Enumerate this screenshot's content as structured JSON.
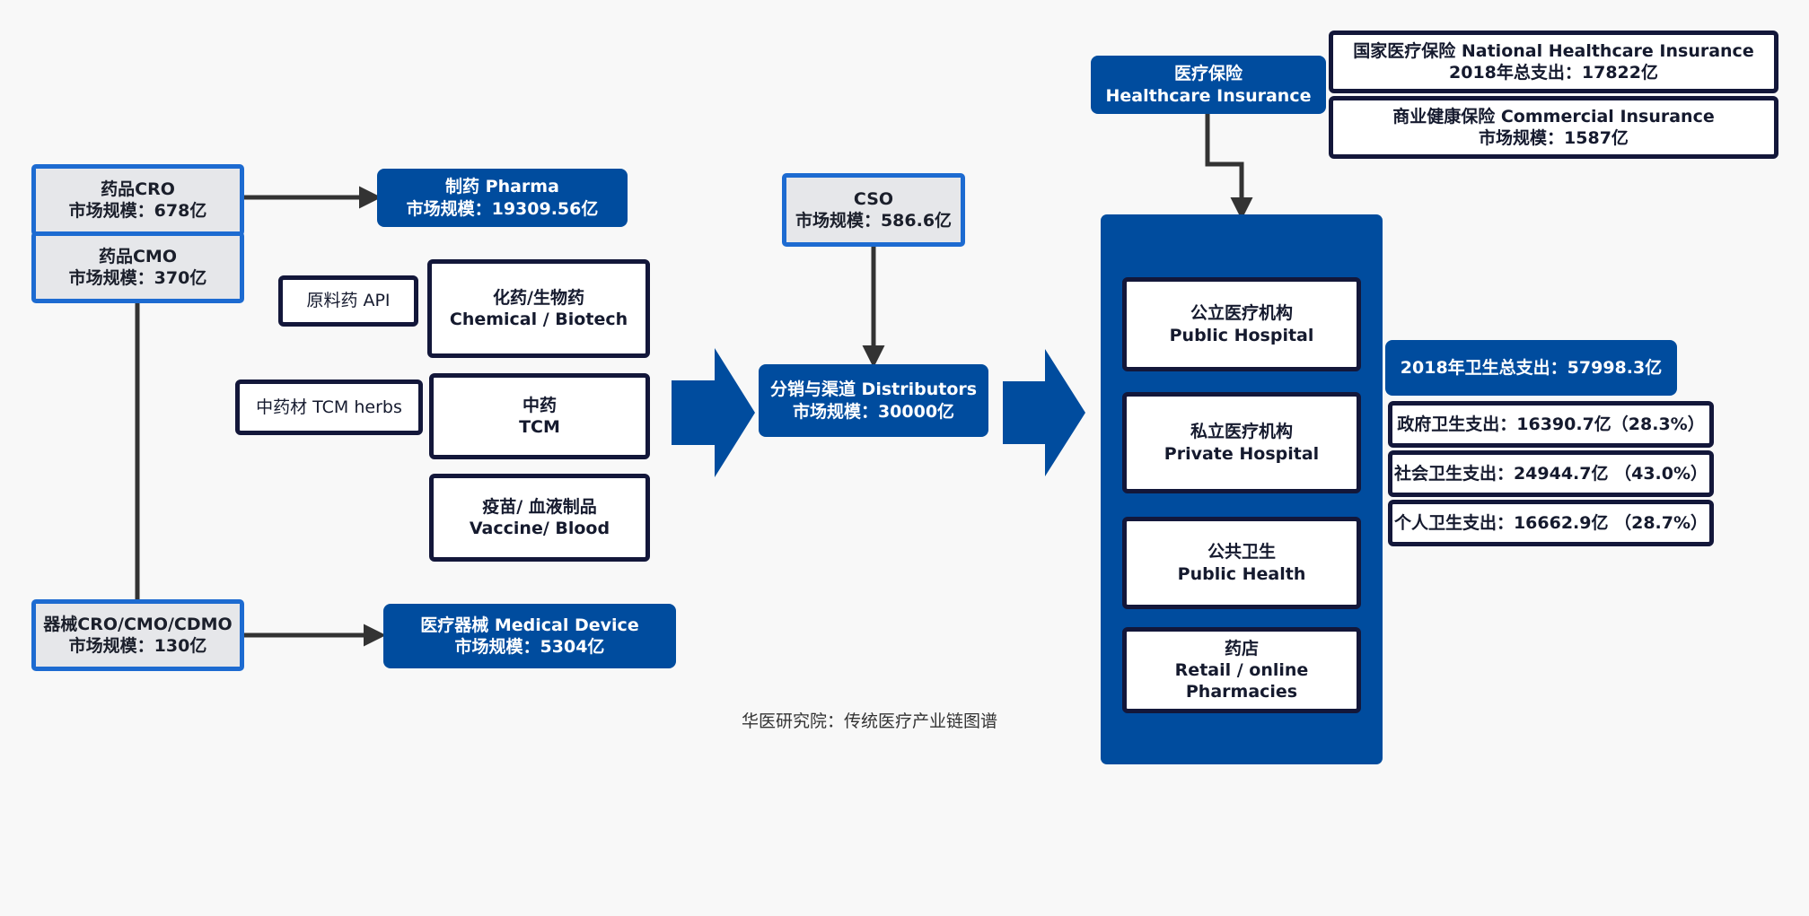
{
  "cro": {
    "name": "药品CRO",
    "market": "市场规模：678亿"
  },
  "cmo": {
    "name": "药品CMO",
    "market": "市场规模：370亿"
  },
  "device_cro": {
    "name": "器械CRO/CMO/CDMO",
    "market": "市场规模：130亿"
  },
  "pharma": {
    "name": "制药 Pharma",
    "market": "市场规模：19309.56亿"
  },
  "medical_device": {
    "name": "医疗器械 Medical Device",
    "market": "市场规模：5304亿"
  },
  "api": {
    "label": "原料药 API"
  },
  "tcm_herbs": {
    "label": "中药材 TCM herbs"
  },
  "chemical": {
    "cn": "化药/生物药",
    "en": "Chemical / Biotech"
  },
  "tcm": {
    "cn": "中药",
    "en": "TCM"
  },
  "vaccine": {
    "cn": "疫苗/ 血液制品",
    "en": "Vaccine/ Blood"
  },
  "cso": {
    "name": "CSO",
    "market": "市场规模：586.6亿"
  },
  "distributors": {
    "name": "分销与渠道 Distributors",
    "market": "市场规模：30000亿"
  },
  "healthcare_insurance": {
    "cn": "医疗保险",
    "en": "Healthcare Insurance"
  },
  "national_insurance": {
    "name": "国家医疗保险 National Healthcare Insurance",
    "spend": "2018年总支出：17822亿"
  },
  "commercial_insurance": {
    "name": "商业健康保险 Commercial Insurance",
    "market": "市场规模：1587亿"
  },
  "providers": [
    {
      "cn": "公立医疗机构",
      "en": "Public Hospital"
    },
    {
      "cn": "私立医疗机构",
      "en": "Private Hospital"
    },
    {
      "cn": "公共卫生",
      "en": "Public Health"
    },
    {
      "cn": "药店",
      "en": "Retail / online",
      "en2": "Pharmacies"
    }
  ],
  "health_spend": {
    "total": "2018年卫生总支出：57998.3亿",
    "government": "政府卫生支出：16390.7亿（28.3%）",
    "social": "社会卫生支出：24944.7亿 （43.0%）",
    "personal": "个人卫生支出：16662.9亿 （28.7%）"
  },
  "caption": "华医研究院：传统医疗产业链图谱",
  "colors": {
    "blue": "#004c9e",
    "border_blue": "#1d6bd1",
    "dark_border": "#13173a",
    "gray_fill": "#e6e7ea",
    "connector": "#333333"
  }
}
